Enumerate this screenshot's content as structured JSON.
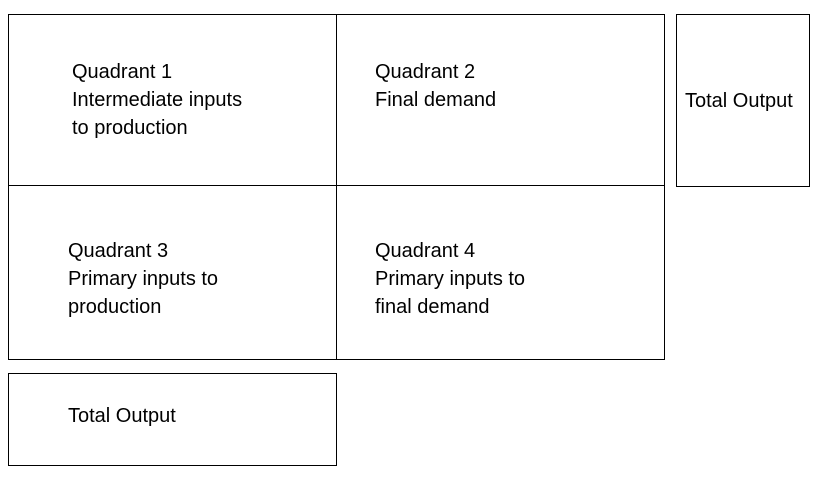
{
  "diagram": {
    "type": "input-output-table-schematic",
    "cells": {
      "q1": {
        "line1": "Quadrant 1",
        "line2": "Intermediate inputs",
        "line3": "to production"
      },
      "q2": {
        "line1": "Quadrant 2",
        "line2": "Final demand"
      },
      "q3": {
        "line1": "Quadrant 3",
        "line2": "Primary inputs to",
        "line3": "production"
      },
      "q4": {
        "line1": "Quadrant 4",
        "line2": "Primary inputs to",
        "line3": "final demand"
      },
      "total_output_right": {
        "label": "Total Output"
      },
      "total_output_bottom": {
        "label": "Total Output"
      }
    },
    "colors": {
      "border": "#000000",
      "background": "#ffffff",
      "text": "#000000"
    }
  }
}
